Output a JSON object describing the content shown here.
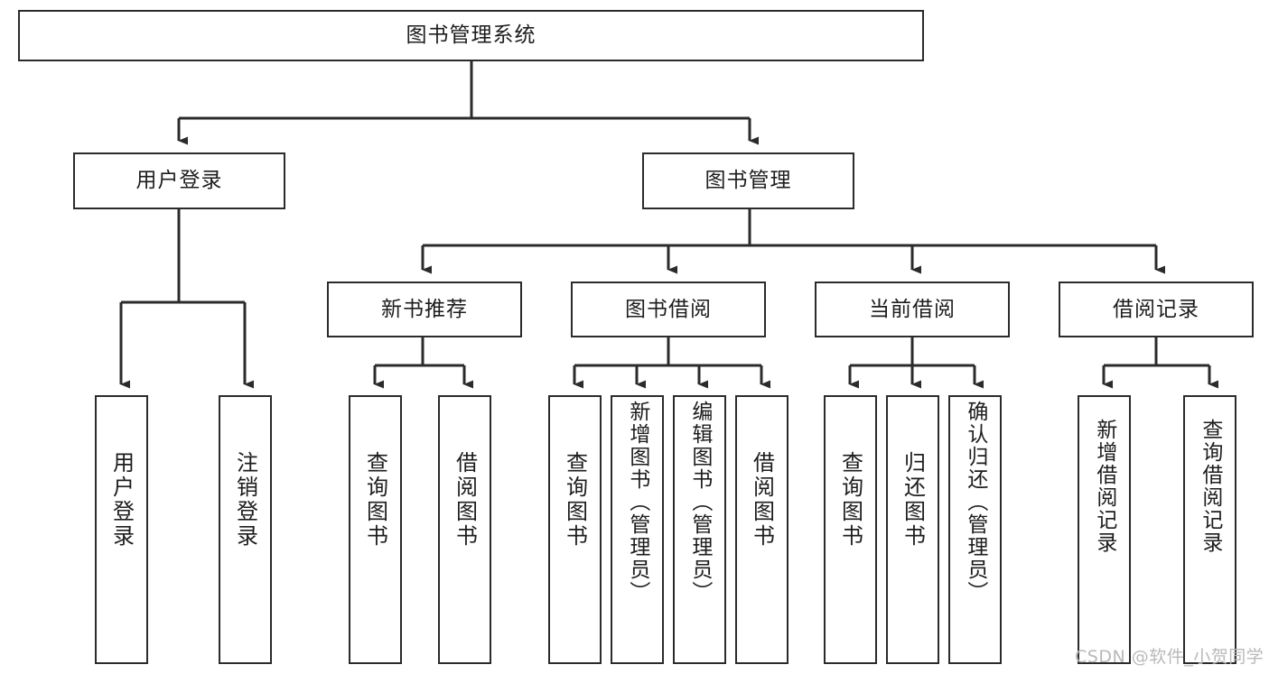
{
  "diagram": {
    "type": "tree",
    "title": "图书管理系统",
    "watermark": "CSDN @软件_小贺同学",
    "colors": {
      "box_border": "#2b2b2b",
      "box_fill": "#ffffff",
      "connector": "#2b2b2b",
      "text": "#1d1d1d",
      "watermark": "#b9b9b9"
    },
    "nodes": {
      "root": {
        "label": "图书管理系统",
        "level": 1,
        "orientation": "horizontal"
      },
      "user_login": {
        "label": "用户登录",
        "level": 2,
        "orientation": "horizontal"
      },
      "book_manage": {
        "label": "图书管理",
        "level": 2,
        "orientation": "horizontal"
      },
      "new_book_rec": {
        "label": "新书推荐",
        "level": 3,
        "orientation": "horizontal"
      },
      "book_borrow": {
        "label": "图书借阅",
        "level": 3,
        "orientation": "horizontal"
      },
      "current_borrow": {
        "label": "当前借阅",
        "level": 3,
        "orientation": "horizontal"
      },
      "borrow_record": {
        "label": "借阅记录",
        "level": 3,
        "orientation": "horizontal"
      },
      "leaf_user_login": {
        "label": "用户登录",
        "level": 4,
        "orientation": "vertical"
      },
      "leaf_logout": {
        "label": "注销登录",
        "level": 4,
        "orientation": "vertical"
      },
      "leaf_query_book_1": {
        "label": "查询图书",
        "level": 4,
        "orientation": "vertical"
      },
      "leaf_borrow_book_1": {
        "label": "借阅图书",
        "level": 4,
        "orientation": "vertical"
      },
      "leaf_query_book_2": {
        "label": "查询图书",
        "level": 4,
        "orientation": "vertical"
      },
      "leaf_add_book": {
        "label": "新增图书（管理员）",
        "level": 4,
        "orientation": "vertical"
      },
      "leaf_edit_book": {
        "label": "编辑图书（管理员）",
        "level": 4,
        "orientation": "vertical"
      },
      "leaf_borrow_book_2": {
        "label": "借阅图书",
        "level": 4,
        "orientation": "vertical"
      },
      "leaf_query_book_3": {
        "label": "查询图书",
        "level": 4,
        "orientation": "vertical"
      },
      "leaf_return_book": {
        "label": "归还图书",
        "level": 4,
        "orientation": "vertical"
      },
      "leaf_confirm_return": {
        "label": "确认归还（管理员）",
        "level": 4,
        "orientation": "vertical"
      },
      "leaf_add_record": {
        "label": "新增借阅记录",
        "level": 4,
        "orientation": "vertical"
      },
      "leaf_query_record": {
        "label": "查询借阅记录",
        "level": 4,
        "orientation": "vertical"
      }
    },
    "edges": [
      {
        "from": "root",
        "to": "user_login"
      },
      {
        "from": "root",
        "to": "book_manage"
      },
      {
        "from": "book_manage",
        "to": "new_book_rec"
      },
      {
        "from": "book_manage",
        "to": "book_borrow"
      },
      {
        "from": "book_manage",
        "to": "current_borrow"
      },
      {
        "from": "book_manage",
        "to": "borrow_record"
      },
      {
        "from": "user_login",
        "to": "leaf_user_login"
      },
      {
        "from": "user_login",
        "to": "leaf_logout"
      },
      {
        "from": "new_book_rec",
        "to": "leaf_query_book_1"
      },
      {
        "from": "new_book_rec",
        "to": "leaf_borrow_book_1"
      },
      {
        "from": "book_borrow",
        "to": "leaf_query_book_2"
      },
      {
        "from": "book_borrow",
        "to": "leaf_add_book"
      },
      {
        "from": "book_borrow",
        "to": "leaf_edit_book"
      },
      {
        "from": "book_borrow",
        "to": "leaf_borrow_book_2"
      },
      {
        "from": "current_borrow",
        "to": "leaf_query_book_3"
      },
      {
        "from": "current_borrow",
        "to": "leaf_return_book"
      },
      {
        "from": "current_borrow",
        "to": "leaf_confirm_return"
      },
      {
        "from": "borrow_record",
        "to": "leaf_add_record"
      },
      {
        "from": "borrow_record",
        "to": "leaf_query_record"
      }
    ]
  }
}
